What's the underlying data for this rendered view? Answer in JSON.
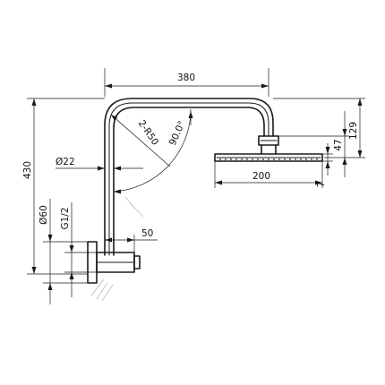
{
  "dimensions": {
    "width_380": "380",
    "height_430": "430",
    "bend_radius": "2-R50",
    "angle": "90.0°",
    "diameter_22": "Ø22",
    "dim_50": "50",
    "diameter_60": "Ø60",
    "thread": "G1/2",
    "head_200": "200",
    "dim_129": "129",
    "dim_47": "47",
    "dim_7": "7"
  },
  "colors": {
    "line": "#1a1a1a",
    "background": "#ffffff"
  }
}
